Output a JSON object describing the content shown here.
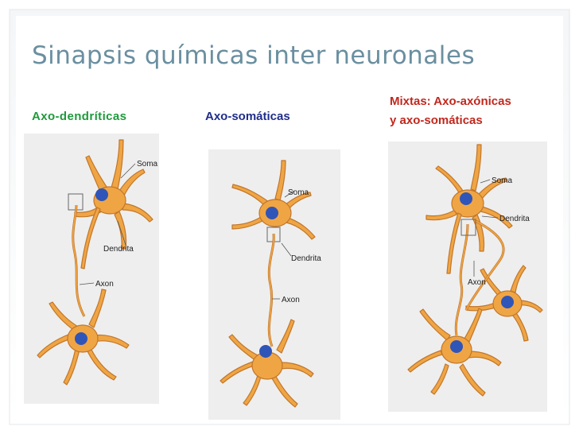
{
  "title": "Sinapsis químicas inter neuronales",
  "columns": [
    {
      "label": "Axo-dendríticas",
      "color": "#1e9a3c"
    },
    {
      "label": "Axo-somáticas",
      "color": "#1f2d8a"
    },
    {
      "label_line1": "Mixtas: Axo-axónicas",
      "label_line2": "y axo-somáticas",
      "color": "#c0281e"
    }
  ],
  "diagram_labels": {
    "soma": "Soma",
    "dendrite": "Dendrita",
    "axon": "Axon"
  },
  "colors": {
    "neuron_fill": "#f0a544",
    "neuron_stroke": "#c2762a",
    "nucleus": "#2f55b8",
    "title": "#6a8fa0"
  }
}
